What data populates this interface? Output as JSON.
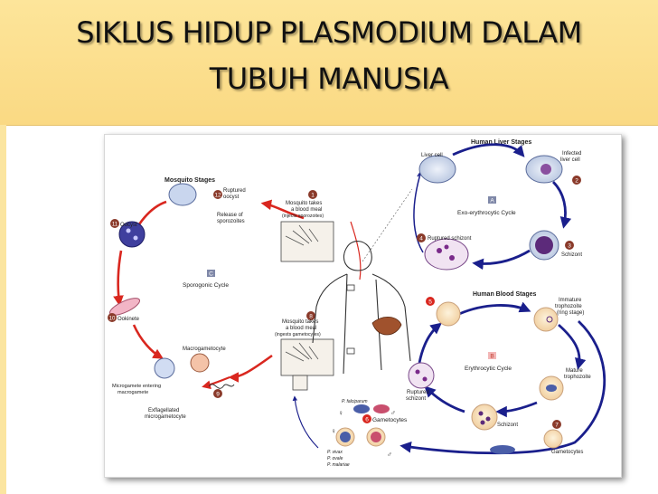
{
  "title": {
    "line1": "SIKLUS HIDUP PLASMODIUM DALAM",
    "line2": "TUBUH MANUSIA"
  },
  "colors": {
    "banner": "#fad983",
    "red_arrow": "#d9271f",
    "blue_arrow": "#1a1f8c",
    "badge": "#8a3a2a",
    "stage_letter": "#c0392b"
  },
  "diagram": {
    "sections": {
      "mosquito": "Mosquito Stages",
      "liver": "Human Liver Stages",
      "blood": "Human Blood Stages"
    },
    "cycles": {
      "exo_letter": "A",
      "exo": "Exo-erythrocytic Cycle",
      "ery_letter": "B",
      "ery": "Erythrocytic Cycle",
      "spo_letter": "C",
      "spo": "Sporogonic Cycle"
    },
    "steps": {
      "s1": "1",
      "s2": "2",
      "s3": "3",
      "s4": "4",
      "s5": "5",
      "s6": "6",
      "s7": "7",
      "s8": "8",
      "s9": "9",
      "s10": "10",
      "s11": "11",
      "s12": "12"
    },
    "labels": {
      "ruptured_oocyst_1": "Ruptured",
      "ruptured_oocyst_2": "oocyst",
      "release_1": "Release of",
      "release_2": "sporozoites",
      "mosq_takes_1_a": "Mosquito takes",
      "mosq_takes_1_b": "a blood meal",
      "mosq_takes_1_c": "(injects sporozoites)",
      "oocyst": "Oocyst",
      "ookinete": "Ookinete",
      "macrogametocyte": "Macrogametocyte",
      "micro_enter_1": "Microgamete entering",
      "micro_enter_2": "macrogamete",
      "exflag_1": "Exflagellated",
      "exflag_2": "microgametocyte",
      "mosq_takes_8_a": "Mosquito takes",
      "mosq_takes_8_b": "a blood meal",
      "mosq_takes_8_c": "(ingests gametocytes)",
      "liver_cell": "Liver cell",
      "infected_1": "Infected",
      "infected_2": "liver cell",
      "schizont_liver": "Schizont",
      "ruptured_schizont_liver": "Ruptured schizont",
      "immature_1": "Immature",
      "immature_2": "trophozoite",
      "immature_3": "(ring stage)",
      "mature_1": "Mature",
      "mature_2": "trophozoite",
      "schizont_blood": "Schizont",
      "ruptured_blood_1": "Ruptured",
      "ruptured_blood_2": "schizont",
      "gametocytes_top": "Gametocytes",
      "gametocytes_right": "Gametocytes",
      "p_falciparum": "P. falciparum",
      "p_vivax": "P. vivax",
      "p_ovale": "P. ovale",
      "p_malariae": "P. malariae",
      "female": "♀",
      "male": "♂"
    }
  }
}
